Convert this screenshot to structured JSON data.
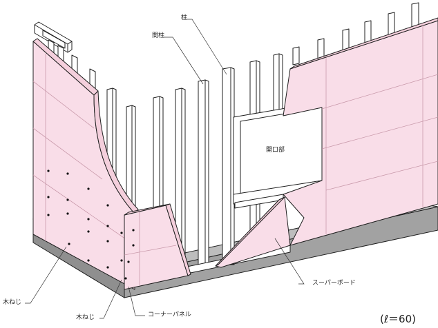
{
  "labels": {
    "hashira": "柱",
    "mabashira": "間柱",
    "opening": "開口部",
    "super_board": "スーパーボード",
    "corner_panel": "コーナーパネル",
    "screw_left": "木ねじ",
    "screw_bottom": "木ねじ",
    "scale_note": "(ℓ＝60)"
  },
  "colors": {
    "board": "#f9dde8",
    "board_edge": "#e8b9cb",
    "stud": "#ffffff",
    "line": "#1f1f1f",
    "foundation": "#9a9a9a",
    "foundation_dark": "#777777"
  }
}
